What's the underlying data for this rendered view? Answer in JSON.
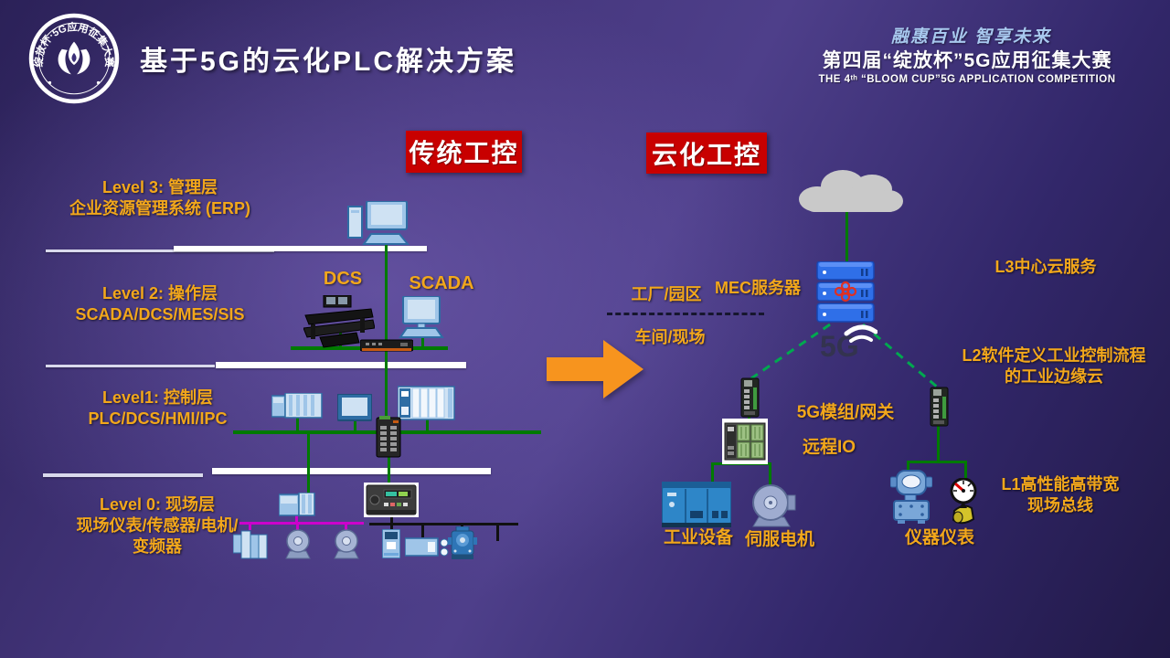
{
  "header": {
    "logo_arc_text": "绽放杯·5G应用征集大赛",
    "title": "基于5G的云化PLC解决方案",
    "slogan": "融惠百业  智享未来",
    "competition_cn": "第四届“绽放杯”5G应用征集大赛",
    "competition_en": "THE 4ᵗʰ “BLOOM CUP”5G APPLICATION COMPETITION"
  },
  "section_badges": {
    "traditional": "传统工控",
    "cloud": "云化工控"
  },
  "traditional": {
    "level3": {
      "line1": "Level 3: 管理层",
      "line2": "企业资源管理系统 (ERP)"
    },
    "level2": {
      "line1": "Level 2: 操作层",
      "line2": "SCADA/DCS/MES/SIS"
    },
    "level1": {
      "line1": "Level1: 控制层",
      "line2": "PLC/DCS/HMI/IPC"
    },
    "level0": {
      "line1": "Level 0: 现场层",
      "line2": "现场仪表/传感器/电机/",
      "line3": "变频器"
    },
    "dcs": "DCS",
    "scada": "SCADA"
  },
  "cloud": {
    "zone_top": "工厂/园区",
    "zone_bottom": "车间/现场",
    "mec_server": "MEC服务器",
    "five_g": "5G",
    "l3": "L3中心云服务",
    "l2_line1": "L2软件定义工业控制流程",
    "l2_line2": "的工业边缘云",
    "l1_line1": "L1高性能高带宽",
    "l1_line2": "现场总线",
    "gateway": "5G模组/网关",
    "remote_io": "远程IO",
    "equipment": "工业设备",
    "servo": "伺服电机",
    "instruments": "仪器仪表"
  },
  "icons": [
    "bloom-cup-logo",
    "cloud-icon",
    "mec-server-icon",
    "unicom-knot-icon",
    "5g-signal-icon",
    "erp-computer-icon",
    "dcs-console-icon",
    "scada-computer-icon",
    "network-device-icon",
    "plc-module-icon",
    "hmi-panel-icon",
    "plc-rack-icon",
    "industrial-switch-icon",
    "field-plc-icon",
    "motor-icon",
    "io-module-icon",
    "field-controller-icon",
    "vfd-icon",
    "drive-box-icon",
    "pump-icon",
    "transform-arrow-icon",
    "5g-gateway-icon",
    "remote-io-icon",
    "equipment-cabinet-icon",
    "servo-motor-icon",
    "transmitter-icon",
    "gauge-icon"
  ],
  "colors": {
    "accent_orange": "#F2A71B",
    "badge_red": "#C80000",
    "line_green": "#007A00",
    "dashed_green": "#00A94F",
    "bus_magenta": "#CC00CC",
    "bus_black": "#111111",
    "slogan_blue": "#A8C9EF",
    "arrow_orange": "#F7941E",
    "cloud_gray": "#C9C9C9",
    "server_blue": "#2F6FE8"
  }
}
